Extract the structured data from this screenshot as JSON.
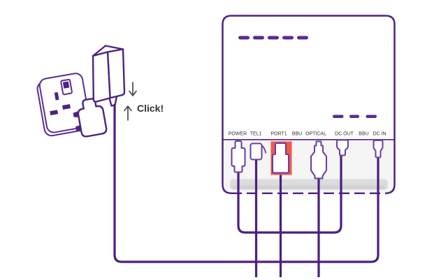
{
  "annotation": {
    "click": "Click!"
  },
  "router": {
    "port_labels": [
      "POWER",
      "TEL1",
      "PORT1",
      "BBU",
      "OPTICAL",
      "DC OUT",
      "BBU",
      "DC IN"
    ],
    "indicator_dashes": {
      "top_count": 5,
      "right_count": 3
    }
  },
  "highlight": {
    "highlighted_port": "PORT1"
  },
  "colors": {
    "accent_purple": "#4e2383",
    "outline_purple": "#5b2d90",
    "connector_purple": "#6a3da0",
    "highlight_red": "#f1584c",
    "panel_gray": "#f5f5f5",
    "band_gray": "#dcdcdc",
    "label_text": "#2c2c38",
    "annotation_text": "#333333"
  }
}
